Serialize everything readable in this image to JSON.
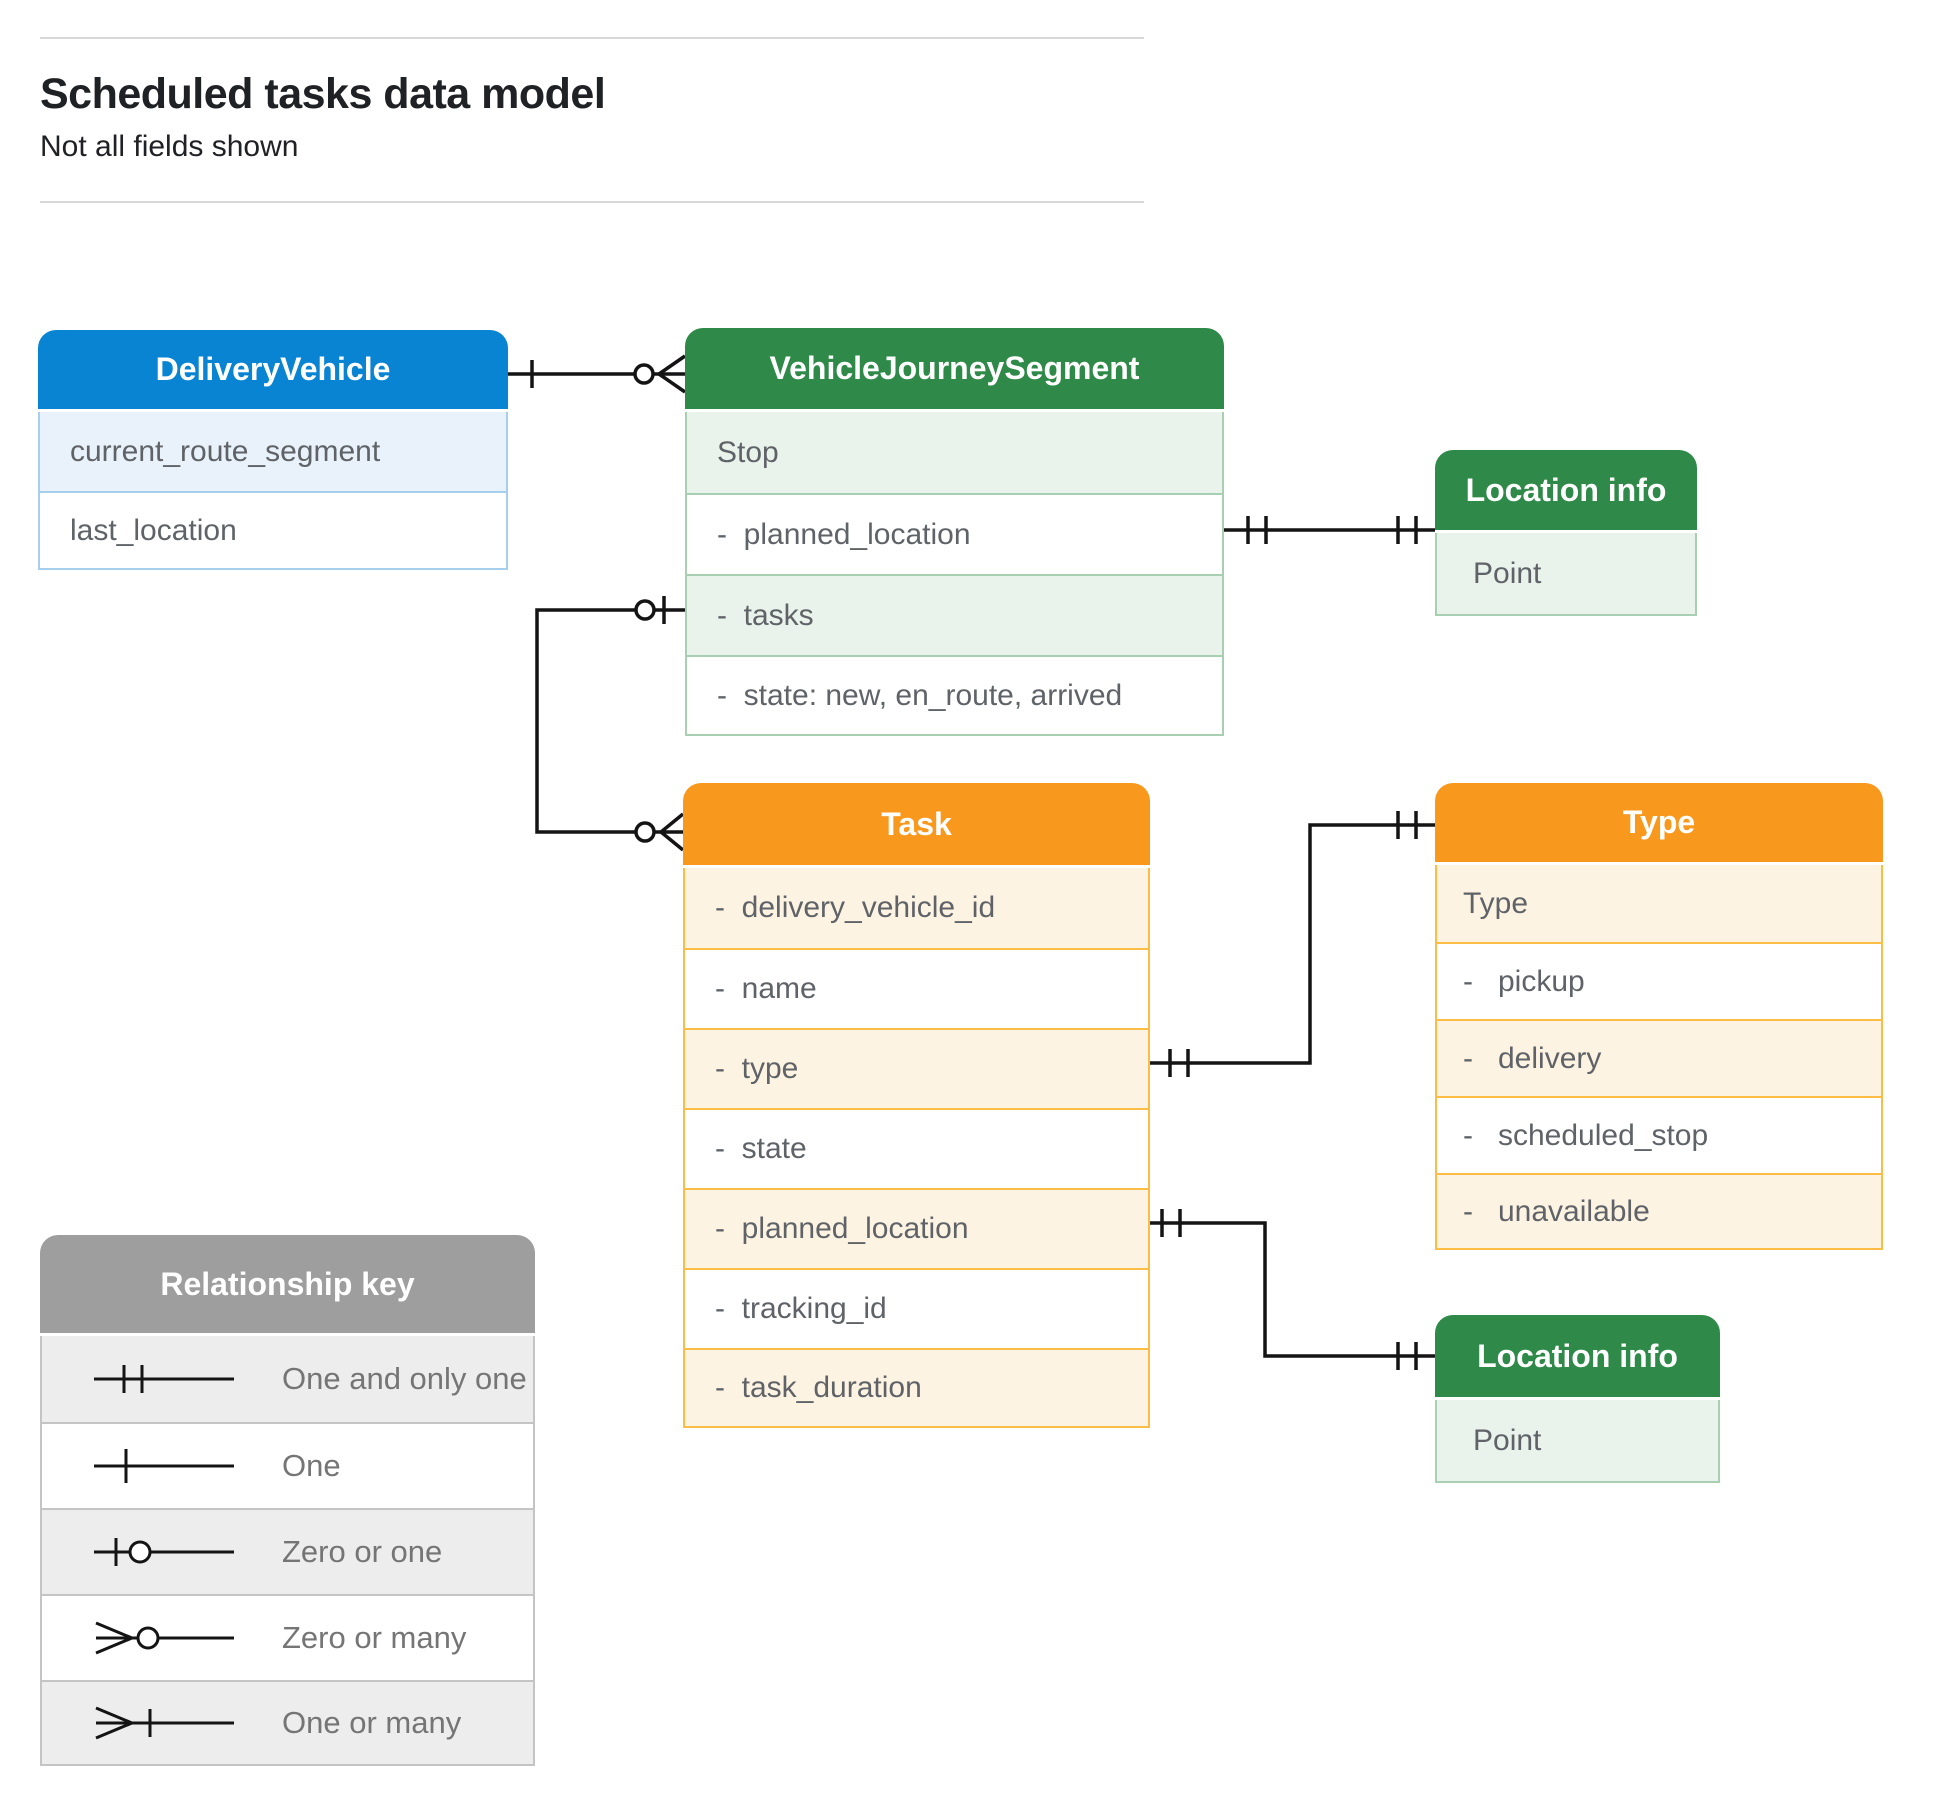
{
  "page": {
    "title": "Scheduled tasks data model",
    "subtitle": "Not all fields shown"
  },
  "entities": {
    "delivery_vehicle": {
      "title": "DeliveryVehicle",
      "fields": [
        "current_route_segment",
        "last_location"
      ]
    },
    "vehicle_journey_segment": {
      "title": "VehicleJourneySegment",
      "fields": [
        "Stop",
        "-  planned_location",
        "-  tasks",
        "-  state: new, en_route, arrived"
      ]
    },
    "location_info_top": {
      "title": "Location info",
      "fields": [
        "Point"
      ]
    },
    "task": {
      "title": "Task",
      "fields": [
        "-  delivery_vehicle_id",
        "-  name",
        "-  type",
        "-  state",
        "-  planned_location",
        "-  tracking_id",
        "-  task_duration"
      ]
    },
    "type": {
      "title": "Type",
      "fields": [
        "Type",
        "-   pickup",
        "-   delivery",
        "-   scheduled_stop",
        "-   unavailable"
      ]
    },
    "location_info_bottom": {
      "title": "Location info",
      "fields": [
        "Point"
      ]
    }
  },
  "legend": {
    "title": "Relationship key",
    "items": [
      {
        "symbol": "one-and-only-one",
        "label": "One and only one"
      },
      {
        "symbol": "one",
        "label": "One"
      },
      {
        "symbol": "zero-or-one",
        "label": "Zero or one"
      },
      {
        "symbol": "zero-or-many",
        "label": "Zero or many"
      },
      {
        "symbol": "one-or-many",
        "label": "One or many"
      }
    ]
  },
  "colors": {
    "blue_header": "#0984d3",
    "blue_row": "#e9f2fb",
    "green_header": "#2f8a49",
    "green_row": "#e9f3eb",
    "orange_header": "#f8991d",
    "orange_row": "#fdf3e2",
    "gray_header": "#9e9e9e",
    "gray_row": "#ededed",
    "connector_line": "#141414",
    "field_text": "#5f6368"
  }
}
